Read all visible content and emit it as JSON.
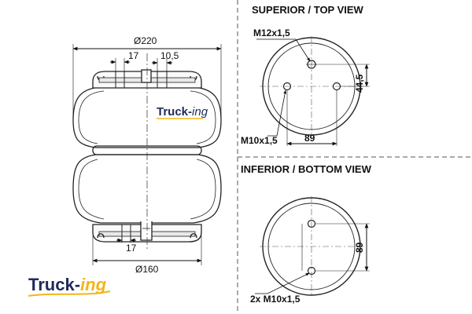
{
  "brand": {
    "main": "Truck-",
    "suffix": "ing",
    "color_dark": "#1f2a5c",
    "color_accent": "#f2b51c"
  },
  "left_view": {
    "dia_top": "Ø220",
    "dim_17_top": "17",
    "dim_10_5": "10,5",
    "dim_17_bottom": "17",
    "dia_bottom": "Ø160"
  },
  "top_view": {
    "title": "SUPERIOR / TOP VIEW",
    "thread_center": "M12x1,5",
    "thread_side": "M10x1,5",
    "offset": "44,5",
    "spacing": "89"
  },
  "bottom_view": {
    "title": "INFERIOR / BOTTOM VIEW",
    "spacing": "89",
    "thread": "2x M10x1,5"
  }
}
